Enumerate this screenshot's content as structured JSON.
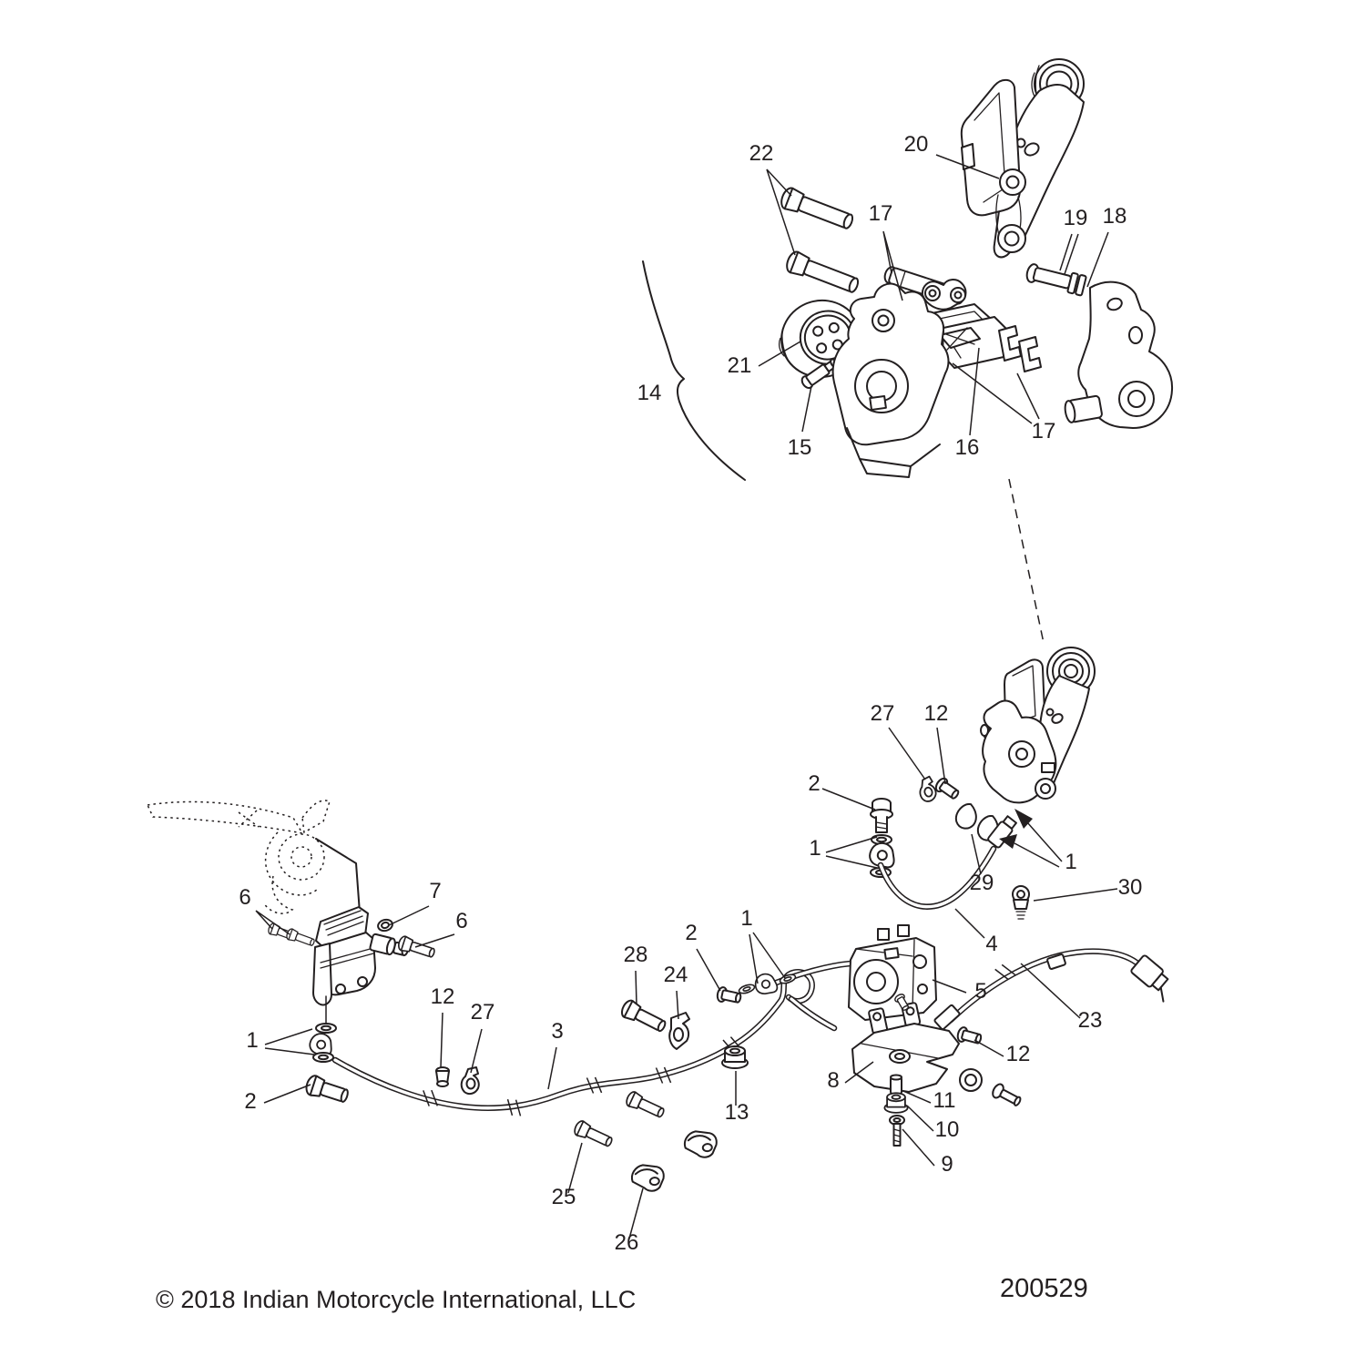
{
  "page": {
    "background": "#ffffff",
    "ink_color": "#231f20"
  },
  "footer": {
    "copyright": "© 2018 Indian Motorcycle International, LLC",
    "figure_number": "200529"
  },
  "callouts": {
    "c1a": {
      "label": "1"
    },
    "c1b": {
      "label": "1"
    },
    "c1c": {
      "label": "1"
    },
    "c1d": {
      "label": "1"
    },
    "c2a": {
      "label": "2"
    },
    "c2b": {
      "label": "2"
    },
    "c2c": {
      "label": "2"
    },
    "c3": {
      "label": "3"
    },
    "c4": {
      "label": "4"
    },
    "c5": {
      "label": "5"
    },
    "c6a": {
      "label": "6"
    },
    "c6b": {
      "label": "6"
    },
    "c7": {
      "label": "7"
    },
    "c8": {
      "label": "8"
    },
    "c9": {
      "label": "9"
    },
    "c10": {
      "label": "10"
    },
    "c11": {
      "label": "11"
    },
    "c12a": {
      "label": "12"
    },
    "c12b": {
      "label": "12"
    },
    "c12c": {
      "label": "12"
    },
    "c13": {
      "label": "13"
    },
    "c14": {
      "label": "14"
    },
    "c15": {
      "label": "15"
    },
    "c16": {
      "label": "16"
    },
    "c17a": {
      "label": "17"
    },
    "c17b": {
      "label": "17"
    },
    "c18": {
      "label": "18"
    },
    "c19": {
      "label": "19"
    },
    "c20": {
      "label": "20"
    },
    "c21": {
      "label": "21"
    },
    "c22": {
      "label": "22"
    },
    "c23": {
      "label": "23"
    },
    "c24": {
      "label": "24"
    },
    "c25": {
      "label": "25"
    },
    "c26": {
      "label": "26"
    },
    "c27a": {
      "label": "27"
    },
    "c27b": {
      "label": "27"
    },
    "c28": {
      "label": "28"
    },
    "c29": {
      "label": "29"
    },
    "c30": {
      "label": "30"
    }
  }
}
